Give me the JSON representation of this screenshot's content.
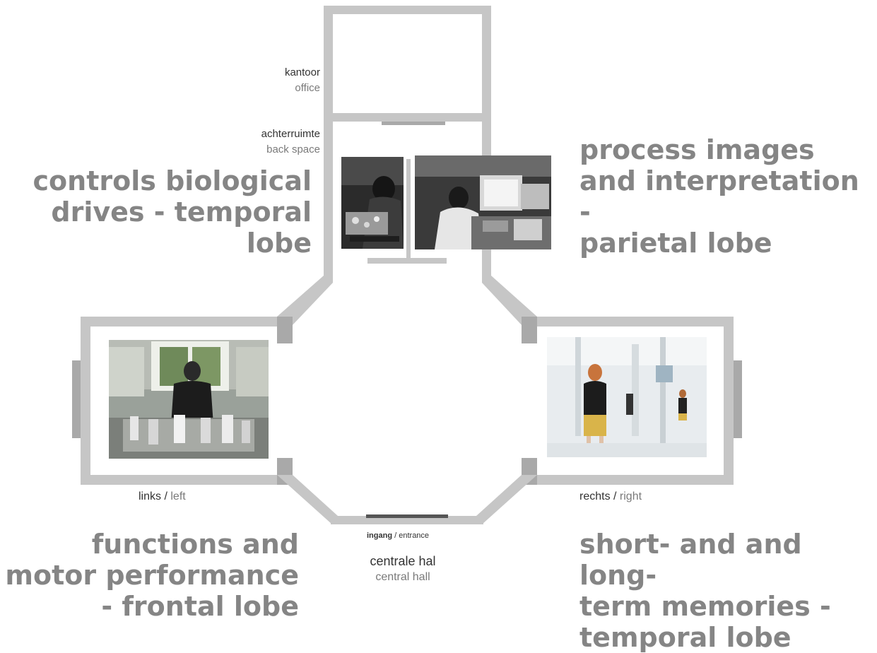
{
  "floorplan": {
    "rooms": {
      "office": {
        "nl": "kantoor",
        "en": "office"
      },
      "back_space": {
        "nl": "achterruimte",
        "en": "back space"
      },
      "left": {
        "nl": "links",
        "sep": " / ",
        "en": "left"
      },
      "right": {
        "nl": "rechts",
        "sep": " / ",
        "en": "right"
      },
      "entrance": {
        "nl": "ingang",
        "sep": " / ",
        "en": "entrance"
      },
      "central_hall": {
        "nl": "centrale hal",
        "en": "central hall"
      }
    },
    "colors": {
      "wall": "#c6c6c6",
      "wall_dark": "#a9a9a9",
      "annotation_text": "#858585",
      "room_label": "#333333",
      "room_label_light": "#7a7a7a"
    }
  },
  "annotations": {
    "back_space": [
      "controls biological",
      "drives - temporal",
      "lobe"
    ],
    "right_top": [
      "process images",
      "and interpretation -",
      "parietal lobe"
    ],
    "left": [
      "functions and",
      "motor performance",
      "- frontal lobe"
    ],
    "right": [
      "short- and and long-",
      "term memories -",
      "temporal lobe"
    ]
  },
  "photos": [
    {
      "id": "back-space-photo-1",
      "subject": "person examining small objects at a table"
    },
    {
      "id": "back-space-photo-2",
      "subject": "person working at computers in an office"
    },
    {
      "id": "left-room-photo",
      "subject": "woman with headset behind a table of metal objects"
    },
    {
      "id": "right-room-photo",
      "subject": "woman with headset in a mirrored white room"
    }
  ]
}
